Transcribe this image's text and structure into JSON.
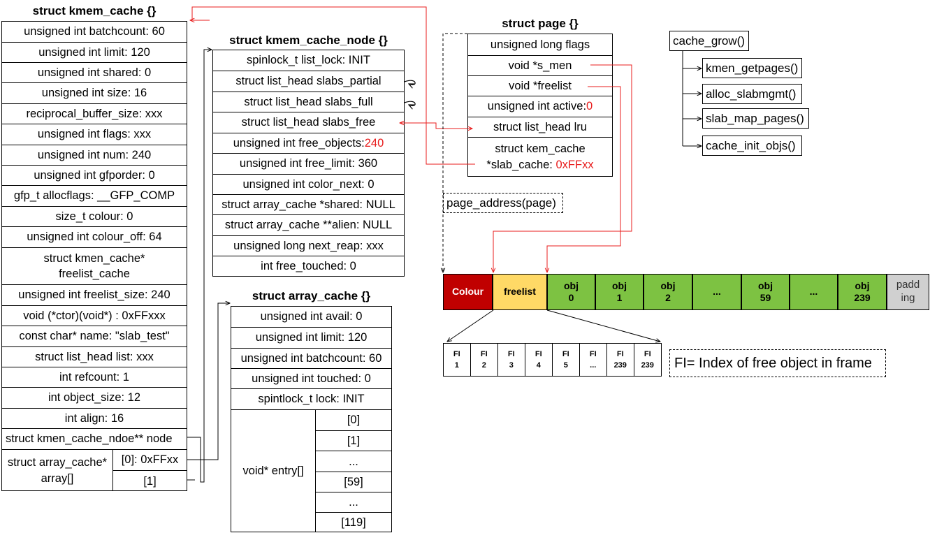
{
  "kmem_cache": {
    "title": "struct kmem_cache {}",
    "rows": [
      "unsigned int batchcount: 60",
      "unsigned int limit: 120",
      "unsigned int shared: 0",
      "unsigned int size: 16",
      "reciprocal_buffer_size: xxx",
      "unsigned int flags: xxx",
      "unsigned int num: 240",
      "unsigned int gfporder: 0",
      "gfp_t allocflags: __GFP_COMP",
      "size_t colour: 0",
      "unsigned int colour_off: 64",
      "struct kmen_cache*",
      "freelist_cache",
      "unsigned int freelist_size: 240",
      "void (*ctor)(void*) : 0xFFxxx",
      "const char* name: \"slab_test\"",
      "struct list_head list: xxx",
      "int refcount: 1",
      "int object_size: 12",
      "int align: 16",
      "struct kmen_cache_ndoe** node"
    ],
    "array_label_1": "struct array_cache*",
    "array_label_2": "array[]",
    "array_cells": [
      "[0]: 0xFFxx",
      "[1]"
    ]
  },
  "kmem_cache_node": {
    "title": "struct kmem_cache_node {}",
    "rows": [
      "spinlock_t list_lock: INIT",
      "struct list_head slabs_partial",
      "struct list_head slabs_full",
      "struct list_head slabs_free",
      "unsigned int free_objects: ",
      "unsigned int free_limit: 360",
      "unsigned int color_next: 0",
      "struct array_cache *shared: NULL",
      "struct array_cache **alien: NULL",
      "unsigned long next_reap: xxx",
      "int free_touched: 0"
    ],
    "free_objects_value": "240"
  },
  "array_cache": {
    "title": "struct array_cache {}",
    "rows": [
      "unsigned int avail: 0",
      "unsigned int limit: 120",
      "unsigned int batchcount: 60",
      "unsigned int touched: 0",
      "spintlock_t lock: INIT"
    ],
    "entry_label": "void* entry[]",
    "entries": [
      "[0]",
      "[1]",
      "...",
      "[59]",
      "...",
      "[119]"
    ]
  },
  "page": {
    "title": "struct page {}",
    "rows": [
      "unsigned long flags",
      "void *s_men",
      "void *freelist",
      "unsigned int active: ",
      "struct list_head lru",
      "struct kem_cache",
      "*slab_cache: "
    ],
    "active_value": "0",
    "slab_cache_value": "0xFFxx"
  },
  "page_address": "page_address(page)",
  "functions": {
    "root": "cache_grow()",
    "children": [
      "kmen_getpages()",
      "alloc_slabmgmt()",
      "slab_map_pages()",
      "cache_init_objs()"
    ]
  },
  "frame": {
    "segments": [
      {
        "l1": "Colour",
        "l2": ""
      },
      {
        "l1": "freelist",
        "l2": ""
      },
      {
        "l1": "obj",
        "l2": "0"
      },
      {
        "l1": "obj",
        "l2": "1"
      },
      {
        "l1": "obj",
        "l2": "2"
      },
      {
        "l1": "...",
        "l2": ""
      },
      {
        "l1": "obj",
        "l2": "59"
      },
      {
        "l1": "...",
        "l2": ""
      },
      {
        "l1": "obj",
        "l2": "239"
      },
      {
        "l1": "padd",
        "l2": "ing"
      }
    ],
    "fi_cells": [
      {
        "l1": "FI",
        "l2": "1"
      },
      {
        "l1": "FI",
        "l2": "2"
      },
      {
        "l1": "FI",
        "l2": "3"
      },
      {
        "l1": "FI",
        "l2": "4"
      },
      {
        "l1": "FI",
        "l2": "5"
      },
      {
        "l1": "FI",
        "l2": "..."
      },
      {
        "l1": "FI",
        "l2": "239"
      },
      {
        "l1": "FI",
        "l2": "239"
      }
    ],
    "legend": "FI= Index of free object in frame"
  },
  "colors": {
    "colour_seg": "#c00000",
    "freelist_seg": "#ffd966",
    "obj_seg": "#7dc242",
    "padding_seg": "#d0d0d0",
    "red_arrow": "#e81c1c"
  }
}
